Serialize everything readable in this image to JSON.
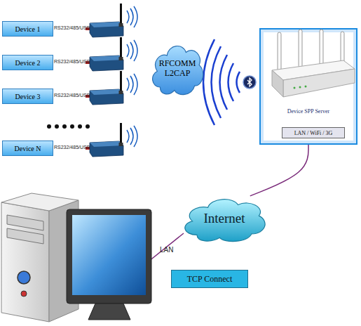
{
  "diagram": {
    "nodes": [
      {
        "text": [
          "Device 1"
        ]
      },
      {
        "text": [
          "Device 2"
        ]
      },
      {
        "text": [
          "Device 3"
        ]
      },
      {
        "text": [
          "Device N"
        ]
      },
      {
        "text": [
          "RFCOMM L2CAP"
        ]
      },
      {
        "text": [
          "Device SPP Server"
        ]
      },
      {
        "text": [
          "LAN / WiFi / 3G"
        ],
        "in": 5
      },
      {
        "text": [
          "Internet"
        ]
      },
      {
        "text": [
          "TCP Connect"
        ]
      }
    ],
    "edges": [
      {
        "from": 5,
        "to": 7,
        "arrow": "none"
      }
    ],
    "labels": [
      "RS232/485/USB",
      "RS232/485/USB",
      "RS232/485/USB",
      "RS232/485/USB",
      "LAN"
    ]
  }
}
